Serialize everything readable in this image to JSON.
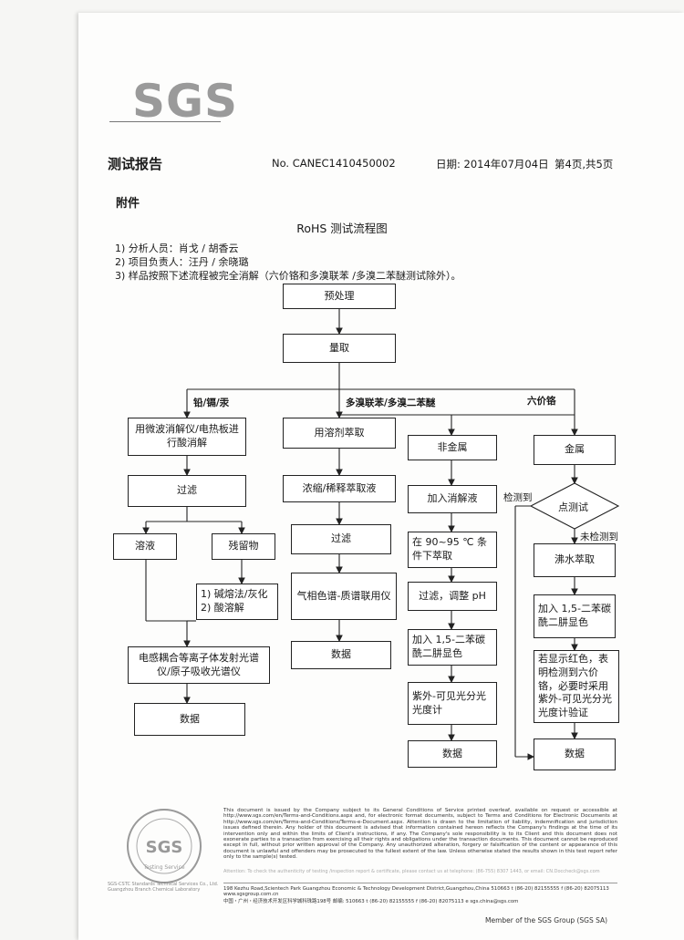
{
  "header": {
    "logo": "SGS",
    "title": "测试报告",
    "report_no": "No. CANEC1410450002",
    "date": "日期: 2014年07月04日",
    "page": "第4页,共5页"
  },
  "appendix": "附件",
  "flow_title": "RoHS 测试流程图",
  "notes": [
    "1) 分析人员：肖戈 / 胡香云",
    "2) 项目负责人：汪丹 / 余晓璐",
    "3) 样品按照下述流程被完全消解（六价铬和多溴联苯 /多溴二苯醚测试除外）。"
  ],
  "flow": {
    "pretreat": "预处理",
    "measure": "量取",
    "branch_pb": "铅/镉/汞",
    "branch_pbb": "多溴联苯/多溴二苯醚",
    "branch_cr": "六价铬",
    "digest": "用微波消解仪/电热板进行酸消解",
    "filter1": "过滤",
    "solution": "溶液",
    "residue": "残留物",
    "residue_treat": "1) 碱熔法/灰化\n2) 酸溶解",
    "icp": "电感耦合等离子体发射光谱仪/原子吸收光谱仪",
    "data1": "数据",
    "solvent_extract": "用溶剂萃取",
    "concentrate": "浓缩/稀释萃取液",
    "filter2": "过滤",
    "gcms": "气相色谱-质谱联用仪",
    "data2": "数据",
    "nonmetal": "非金属",
    "add_digest": "加入消解液",
    "extract_temp": "在 90~95 ℃ 条件下萃取",
    "filter_ph": "过滤，调整 pH",
    "add_dpc1": "加入 1,5-二苯碳酰二肼显色",
    "uvvis1": "紫外-可见光分光光度计",
    "data3": "数据",
    "metal": "金属",
    "spot_test": "点测试",
    "detected": "检测到",
    "not_detected": "未检测到",
    "boil_extract": "沸水萃取",
    "add_dpc2": "加入 1,5-二苯碳酰二肼显色",
    "red_note": "若显示红色，表明检测到六价铬，必要时采用紫外-可见光分光光度计验证",
    "data4": "数据"
  },
  "footer": {
    "disclaimer": "This document is issued by the Company subject to its General Conditions of Service printed overleaf, available on request or accessible at http://www.sgs.com/en/Terms-and-Conditions.aspx and, for electronic format documents, subject to Terms and Conditions for Electronic Documents at http://www.sgs.com/en/Terms-and-Conditions/Terms-e-Document.aspx. Attention is drawn to the limitation of liability, indemnification and jurisdiction issues defined therein. Any holder of this document is advised that information contained hereon reflects the Company's findings at the time of its intervention only and within the limits of Client's instructions, if any. The Company's sole responsibility is to its Client and this document does not exonerate parties to a transaction from exercising all their rights and obligations under the transaction documents. This document cannot be reproduced except in full, without prior written approval of the Company. Any unauthorized alteration, forgery or falsification of the content or appearance of this document is unlawful and offenders may be prosecuted to the fullest extent of the law. Unless otherwise stated the results shown in this test report refer only to the sample(s) tested.",
    "attention": "Attention: To check the authenticity of testing /inspection report & certificate, please contact us at telephone: (86-755) 8307 1443, or email: CN.Doccheck@sgs.com",
    "address_en": "198 Kezhu Road,Scientech Park Guangzhou Economic & Technology Development District,Guangzhou,China   510663   t (86-20) 82155555   f (86-20) 82075113   www.sgsgroup.com.cn",
    "address_cn": "中国・广州・经济技术开发区科学城科珠路198号   邮编: 510663   t (86-20) 82155555   f (86-20) 82075113   e sgs.china@sgs.com",
    "member": "Member of the SGS Group (SGS SA)",
    "seal_center": "SGS",
    "seal_sub": "Testing Service",
    "seal_lines": "SGS-CSTC Standards Technical Services Co., Ltd. Guangzhou Branch Chemical Laboratory"
  }
}
